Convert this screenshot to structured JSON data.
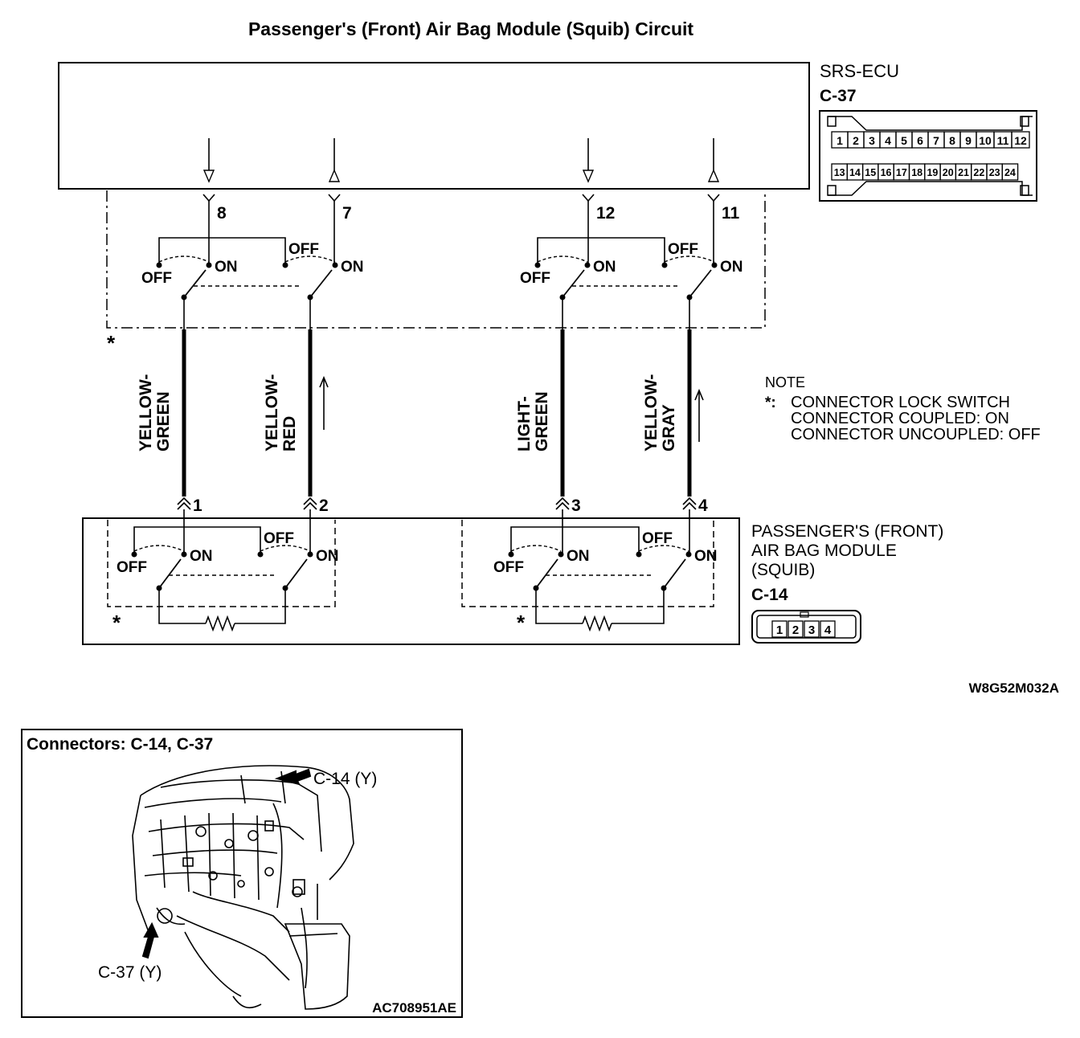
{
  "title": "Passenger's (Front) Air Bag Module (Squib) Circuit",
  "ecu": {
    "name": "SRS-ECU",
    "connector": "C-37",
    "pins_top": [
      "1",
      "2",
      "3",
      "4",
      "5",
      "6",
      "7",
      "8",
      "9",
      "10",
      "11",
      "12"
    ],
    "pins_bottom": [
      "13",
      "14",
      "15",
      "16",
      "17",
      "18",
      "19",
      "20",
      "21",
      "22",
      "23",
      "24"
    ],
    "terminals": [
      "8",
      "7",
      "12",
      "11"
    ]
  },
  "switch_labels": {
    "on": "ON",
    "off": "OFF",
    "marker": "*"
  },
  "wires": [
    {
      "line1": "YELLOW-",
      "line2": "GREEN",
      "top_pin": "8",
      "bottom_pin": "1"
    },
    {
      "line1": "YELLOW-",
      "line2": "RED",
      "top_pin": "7",
      "bottom_pin": "2"
    },
    {
      "line1": "LIGHT-",
      "line2": "GREEN",
      "top_pin": "12",
      "bottom_pin": "3"
    },
    {
      "line1": "YELLOW-",
      "line2": "GRAY",
      "top_pin": "11",
      "bottom_pin": "4"
    }
  ],
  "note": {
    "heading": "NOTE",
    "marker": "*:",
    "lines": [
      "CONNECTOR LOCK SWITCH",
      "CONNECTOR COUPLED: ON",
      "CONNECTOR UNCOUPLED: OFF"
    ]
  },
  "module": {
    "line1": "PASSENGER'S (FRONT)",
    "line2": "AIR BAG MODULE",
    "line3": "(SQUIB)",
    "connector": "C-14",
    "pins": [
      "1",
      "2",
      "3",
      "4"
    ]
  },
  "diagram_code": "W8G52M032A",
  "location": {
    "title": "Connectors: C-14, C-37",
    "label_c14": "C-14 (Y)",
    "label_c37": "C-37 (Y)",
    "code": "AC708951AE"
  }
}
